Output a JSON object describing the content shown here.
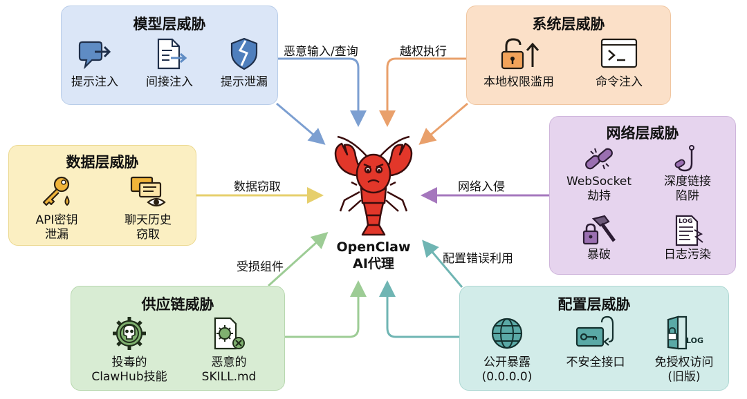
{
  "center": {
    "line1": "OpenClaw",
    "line2": "AI代理"
  },
  "panels": {
    "model": {
      "title": "模型层威胁",
      "color": "#dbe6f7",
      "border": "#b9cde9",
      "items": [
        {
          "label": "提示注入",
          "icon": "speech-bubble-arrow-icon"
        },
        {
          "label": "间接注入",
          "icon": "document-arrow-icon"
        },
        {
          "label": "提示泄漏",
          "icon": "cracked-shield-icon"
        }
      ]
    },
    "system": {
      "title": "系统层威胁",
      "color": "#fbe0c8",
      "border": "#f0c6a0",
      "items": [
        {
          "label": "本地权限滥用",
          "icon": "unlock-arrow-icon"
        },
        {
          "label": "命令注入",
          "icon": "terminal-icon"
        }
      ]
    },
    "data": {
      "title": "数据层威胁",
      "color": "#fbefc2",
      "border": "#ecd991",
      "items": [
        {
          "label1": "API密钥",
          "label2": "泄漏",
          "icon": "key-drop-icon"
        },
        {
          "label1": "聊天历史",
          "label2": "窃取",
          "icon": "chat-eye-icon"
        }
      ]
    },
    "network": {
      "title": "网络层威胁",
      "color": "#e6d4ee",
      "border": "#ceb5db",
      "items": [
        {
          "label1": "WebSocket",
          "label2": "劫持",
          "icon": "broken-chain-icon"
        },
        {
          "label1": "深度链接",
          "label2": "陷阱",
          "icon": "fishhook-icon"
        },
        {
          "label1": "暴破",
          "label2": "",
          "icon": "hammer-lock-icon"
        },
        {
          "label1": "日志污染",
          "label2": "",
          "icon": "log-document-icon"
        }
      ]
    },
    "supply": {
      "title": "供应链威胁",
      "color": "#d8ecd3",
      "border": "#b8d8af",
      "items": [
        {
          "label1": "投毒的",
          "label2": "ClawHub技能",
          "icon": "skull-gear-icon"
        },
        {
          "label1": "恶意的",
          "label2": "SKILL.md",
          "icon": "virus-document-icon"
        }
      ]
    },
    "config": {
      "title": "配置层威胁",
      "color": "#d2ece9",
      "border": "#aed8d3",
      "items": [
        {
          "label1": "公开暴露",
          "label2": "(0.0.0.0)",
          "icon": "globe-icon"
        },
        {
          "label1": "不安全接口",
          "label2": "",
          "icon": "key-port-icon"
        },
        {
          "label1": "免授权访问",
          "label2": "(旧版)",
          "icon": "door-log-icon"
        }
      ]
    }
  },
  "edges": {
    "model": {
      "label": "恶意输入/查询",
      "color": "#7c9fd1"
    },
    "system": {
      "label": "越权执行",
      "color": "#e9a06b"
    },
    "data": {
      "label": "数据窃取",
      "color": "#e6cf6c"
    },
    "network": {
      "label": "网络入侵",
      "color": "#a577bd"
    },
    "supply": {
      "label": "受损组件",
      "color": "#9dcc95"
    },
    "config": {
      "label": "配置错误利用",
      "color": "#6fb5b3"
    }
  }
}
